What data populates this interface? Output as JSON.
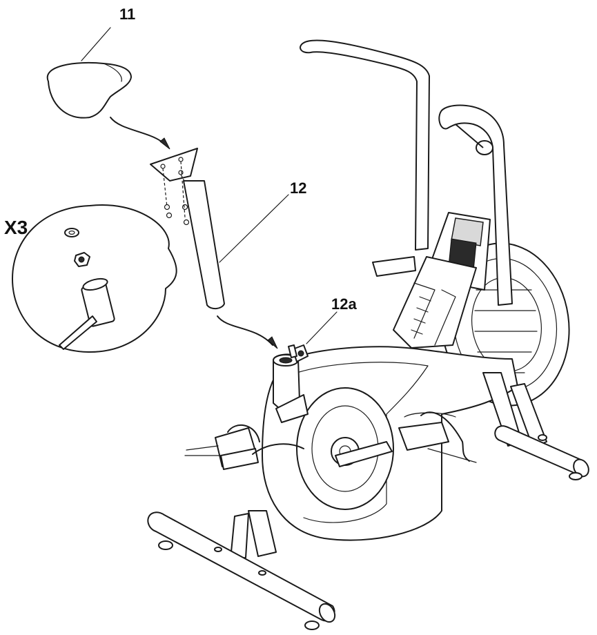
{
  "callouts": {
    "seat": "11",
    "seat_post": "12",
    "seat_post_knob": "12a",
    "hardware_qty": "X3"
  },
  "colors": {
    "line": "#1a1a1a",
    "background": "#ffffff"
  }
}
